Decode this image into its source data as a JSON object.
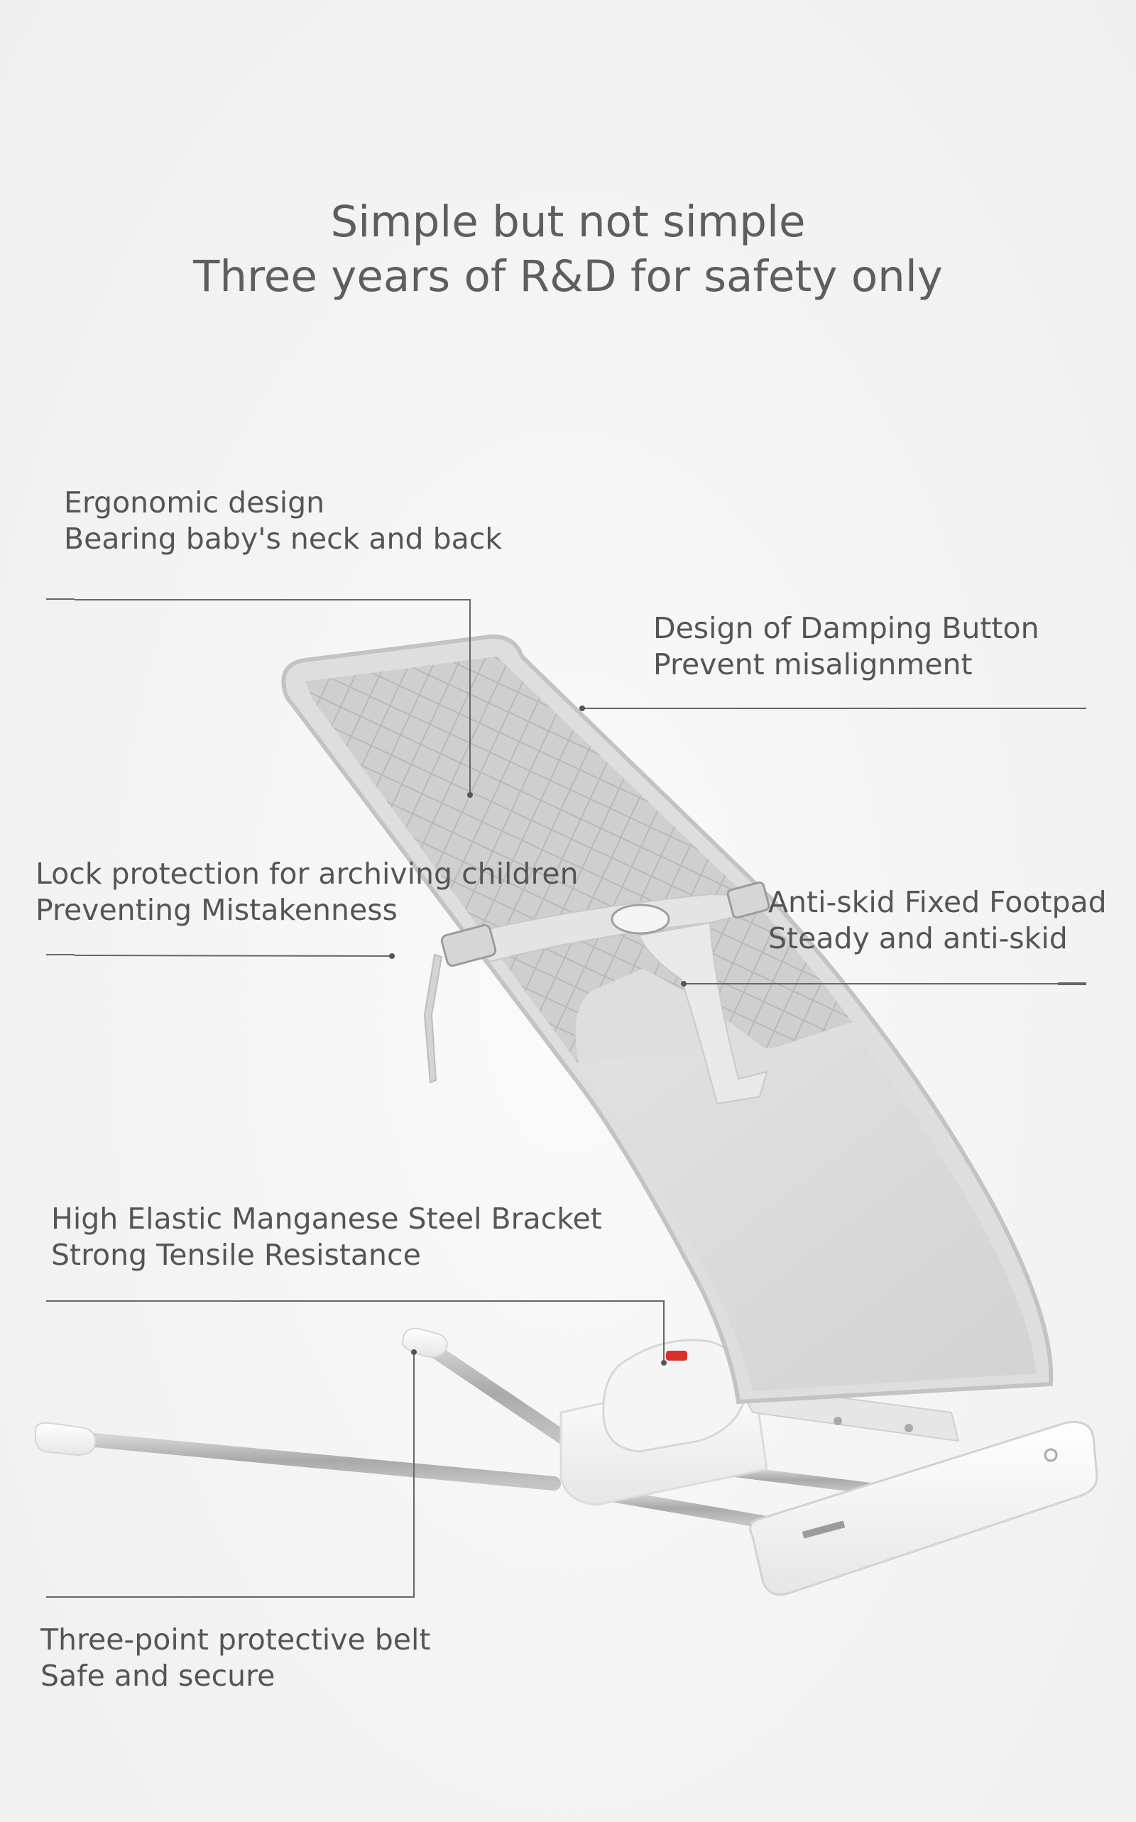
{
  "headline": {
    "line1": "Simple but not simple",
    "line2": "Three years of R&D for safety only"
  },
  "features": {
    "ergonomic": {
      "title": "Ergonomic design",
      "subtitle": "Bearing baby's neck and back"
    },
    "damping": {
      "title": "Design of Damping Button",
      "subtitle": "Prevent misalignment"
    },
    "lock": {
      "title": "Lock protection for archiving children",
      "subtitle": "Preventing Mistakenness"
    },
    "footpad": {
      "title": "Anti-skid Fixed Footpad",
      "subtitle": "Steady and anti-skid"
    },
    "bracket": {
      "title": "High Elastic Manganese Steel Bracket",
      "subtitle": "Strong Tensile Resistance"
    },
    "belt": {
      "title": "Three-point protective belt",
      "subtitle": "Safe and secure"
    }
  },
  "colors": {
    "text": "#555555",
    "line": "#666666",
    "fabric": "#d9d9d9",
    "frame": "#ffffff",
    "accent": "#d9302c"
  }
}
